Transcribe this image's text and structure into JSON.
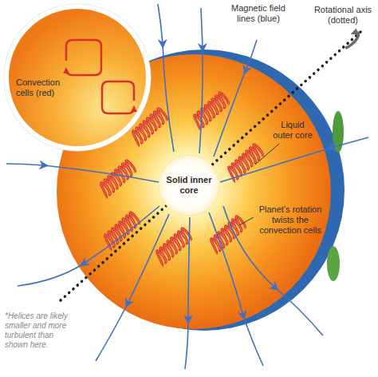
{
  "diagram": {
    "nodes": [
      {
        "text": [
          "Convection cells (red)"
        ]
      },
      {
        "text": [
          "Liquid outer core",
          "Planet’s rotation twists the convection cells"
        ]
      },
      {
        "text": [
          "Solid inner core"
        ],
        "in": 1
      }
    ],
    "labels": [
      "Magnetic field lines (blue)",
      "Rotational axis (dotted)",
      "*Helices are likely smaller and more turbulent than shown here."
    ]
  }
}
